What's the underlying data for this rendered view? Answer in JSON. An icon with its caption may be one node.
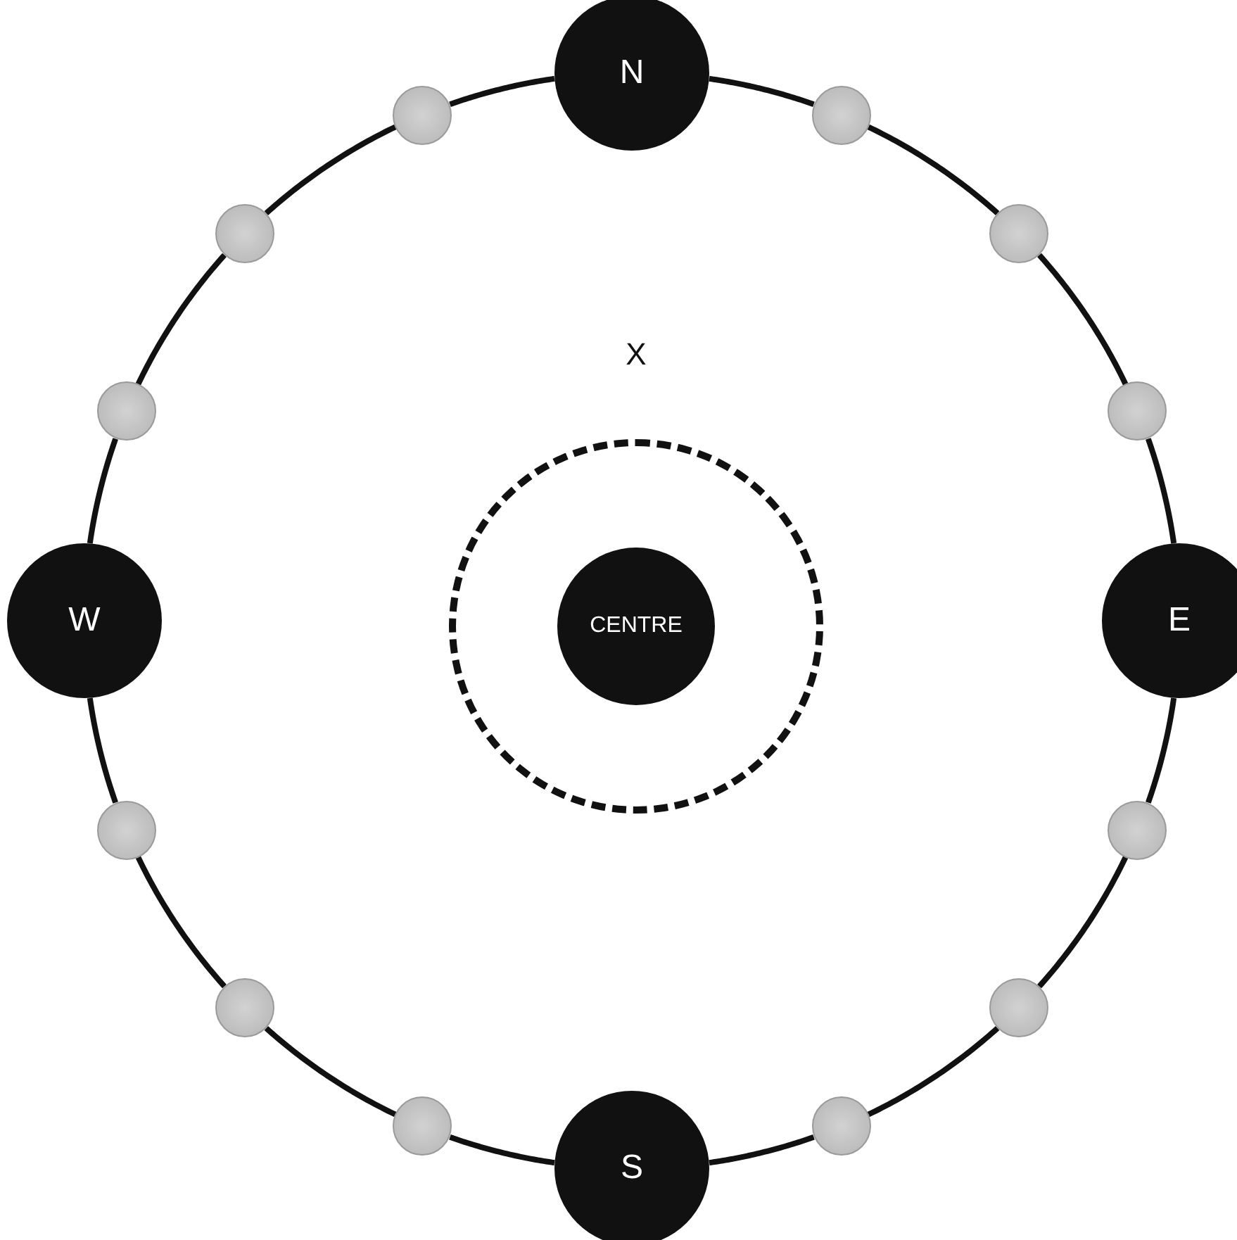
{
  "diagram": {
    "nodes": [
      {
        "text": [
          "N"
        ]
      },
      {
        "text": [
          "E"
        ]
      },
      {
        "text": [
          "S"
        ]
      },
      {
        "text": [
          "W"
        ]
      },
      {
        "text": [],
        "shape": "circle"
      },
      {
        "text": [
          "CENTRE"
        ],
        "in": 4
      },
      {
        "text": [],
        "shape": "circle"
      },
      {
        "text": [],
        "shape": "circle"
      },
      {
        "text": [],
        "shape": "circle"
      },
      {
        "text": [],
        "shape": "circle"
      },
      {
        "text": [],
        "shape": "circle"
      },
      {
        "text": [],
        "shape": "circle"
      },
      {
        "text": [],
        "shape": "circle"
      },
      {
        "text": [],
        "shape": "circle"
      },
      {
        "text": [],
        "shape": "circle"
      },
      {
        "text": [],
        "shape": "circle"
      },
      {
        "text": [],
        "shape": "circle"
      },
      {
        "text": [],
        "shape": "circle"
      }
    ],
    "edges": [
      {
        "from": 0,
        "to": 6,
        "arrow": "none"
      },
      {
        "from": 6,
        "to": 7,
        "arrow": "none"
      },
      {
        "from": 7,
        "to": 8,
        "arrow": "none"
      },
      {
        "from": 8,
        "to": 1,
        "arrow": "none"
      },
      {
        "from": 1,
        "to": 9,
        "arrow": "none"
      },
      {
        "from": 9,
        "to": 10,
        "arrow": "none"
      },
      {
        "from": 10,
        "to": 11,
        "arrow": "none"
      },
      {
        "from": 11,
        "to": 2,
        "arrow": "none"
      },
      {
        "from": 2,
        "to": 12,
        "arrow": "none"
      },
      {
        "from": 12,
        "to": 13,
        "arrow": "none"
      },
      {
        "from": 13,
        "to": 14,
        "arrow": "none"
      },
      {
        "from": 14,
        "to": 3,
        "arrow": "none"
      },
      {
        "from": 3,
        "to": 15,
        "arrow": "none"
      },
      {
        "from": 15,
        "to": 16,
        "arrow": "none"
      },
      {
        "from": 16,
        "to": 17,
        "arrow": "none"
      },
      {
        "from": 17,
        "to": 0,
        "arrow": "none"
      }
    ],
    "labels": [
      "X"
    ]
  }
}
